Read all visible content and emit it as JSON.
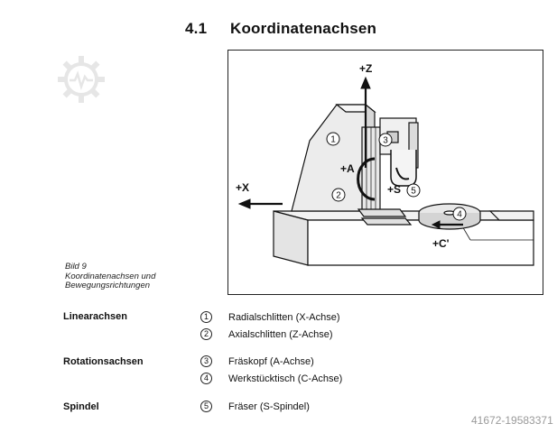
{
  "section": {
    "number": "4.1",
    "title": "Koordinatenachsen"
  },
  "figure": {
    "caption_line1": "Bild 9",
    "caption_line2": "Koordinatenachsen und",
    "caption_line3": "Bewegungsrichtungen",
    "labels": {
      "z_axis": "+Z",
      "x_axis": "+X",
      "a_axis": "+A",
      "s_axis": "+S",
      "c_axis": "+C'",
      "n1": "1",
      "n2": "2",
      "n3": "3",
      "n4": "4",
      "n5": "5"
    }
  },
  "legend": {
    "groups": [
      {
        "name": "Linearachsen",
        "items": [
          {
            "num": "1",
            "text": "Radialschlitten (X-Achse)"
          },
          {
            "num": "2",
            "text": "Axialschlitten (Z-Achse)"
          }
        ]
      },
      {
        "name": "Rotationsachsen",
        "items": [
          {
            "num": "3",
            "text": "Fräskopf (A-Achse)"
          },
          {
            "num": "4",
            "text": "Werkstücktisch (C-Achse)"
          }
        ]
      },
      {
        "name": "Spindel",
        "items": [
          {
            "num": "5",
            "text": "Fräser (S-Spindel)"
          }
        ]
      }
    ]
  },
  "watermark": {
    "id_text": "41672-19583371"
  },
  "icons": {
    "watermark_logo": "gear-heartbeat-icon"
  }
}
